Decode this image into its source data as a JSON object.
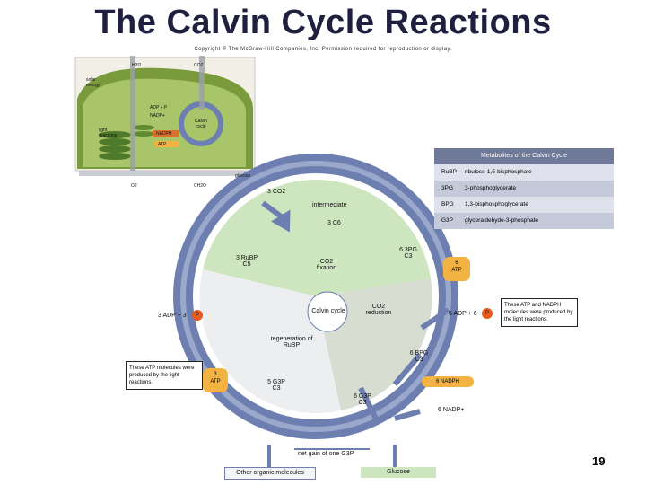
{
  "slide": {
    "title": "The Calvin Cycle Reactions",
    "copyright": "Copyright © The McGraw-Hill Companies, Inc. Permission required for reproduction or display.",
    "page_number": "19"
  },
  "inset": {
    "h2o_top": "H2O",
    "co2_top": "CO2",
    "solar_energy": "solar energy",
    "adp_p": "ADP + P",
    "nadp": "NADP+",
    "calvin_cycle": "Calvin cycle",
    "light_reactions": "light reactions",
    "nadph": "NADPH",
    "atp": "ATP",
    "glucose": "glucose",
    "o2": "O2",
    "ch2o": "CH2O"
  },
  "metabolites": {
    "header": "Metabolites of the Calvin Cycle",
    "rows": [
      {
        "abbr": "RuBP",
        "name": "ribulose-1,5-bisphosphate"
      },
      {
        "abbr": "3PG",
        "name": "3-phosphoglycerate"
      },
      {
        "abbr": "BPG",
        "name": "1,3-bisphosphoglycerate"
      },
      {
        "abbr": "G3P",
        "name": "glyceraldehyde-3-phosphate"
      }
    ]
  },
  "cycle": {
    "co2_input": "3 CO2",
    "intermediate": "intermediate",
    "c6": "3 C6",
    "pg3": "6 3PG",
    "pg3_c": "C3",
    "rubp": "3 RuBP",
    "rubp_c": "C5",
    "co2_fixation": "CO2 fixation",
    "calvin_cycle": "Calvin cycle",
    "co2_reduction": "CO2 reduction",
    "regeneration": "regeneration of RuBP",
    "atp6": "6",
    "atp6b": "ATP",
    "adp6": "6 ADP + 6",
    "p_glyph": "P",
    "adp3": "3 ADP + 3",
    "atp3": "3",
    "atp3b": "ATP",
    "bpg": "6 BPG",
    "bpg_c": "C3",
    "g3p5": "5 G3P",
    "g3p5_c": "C3",
    "nadph": "6 NADPH",
    "g3p6": "6 G3P",
    "g3p6_c": "C3",
    "nadp": "6 NADP+",
    "net_gain": "net gain of one G3P",
    "other": "Other organic molecules",
    "glucose": "Glucose"
  },
  "callouts": {
    "right": "These ATP and NADPH molecules were produced by the light reactions.",
    "left": "These ATP molecules were produced by the light reactions."
  },
  "colors": {
    "title": "#1f1f3f",
    "cycle_arrow": "#6d7fb0",
    "fixation_sector": "#cde6bf",
    "reduction_sector": "#d8ddd2",
    "regeneration_sector": "#e8ebee",
    "atp_pill": "#f3b342",
    "p_pill": "#e85a1e",
    "table_header": "#6f7a9a"
  }
}
